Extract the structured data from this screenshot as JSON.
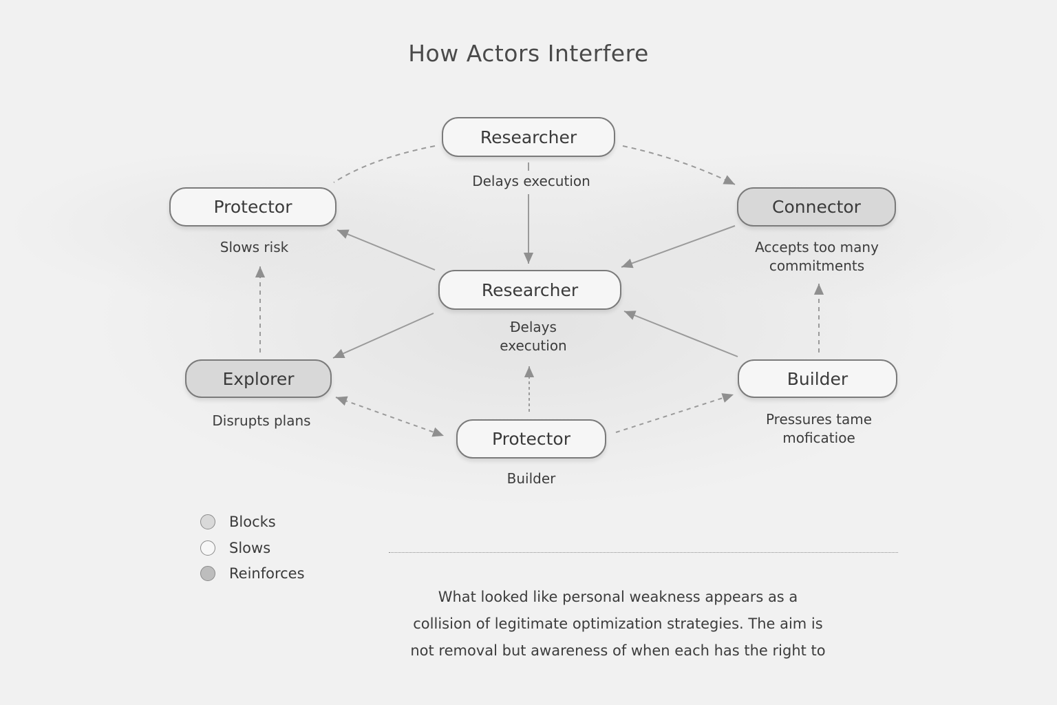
{
  "title": "How Actors Interfere",
  "nodes": {
    "researcher_top": {
      "label": "Researcher",
      "caption": "Delays execution"
    },
    "protector_left": {
      "label": "Protector",
      "caption": "Slows risk"
    },
    "connector": {
      "label": "Connector",
      "caption_lines": [
        "Accepts too many",
        "commitments"
      ]
    },
    "researcher_center": {
      "label": "Researcher",
      "caption_lines": [
        "Đelays",
        "execution"
      ]
    },
    "explorer": {
      "label": "Explorer",
      "caption": "Disrupts plans"
    },
    "builder": {
      "label": "Builder",
      "caption_lines": [
        "Pressures tame",
        "moficatioe"
      ]
    },
    "protector_bottom": {
      "label": "Protector",
      "caption": "Builder"
    }
  },
  "legend": [
    {
      "label": "Blocks",
      "color": "#d9d9d9"
    },
    {
      "label": "Slows",
      "color": "#f7f7f7"
    },
    {
      "label": "Reinforces",
      "color": "#bdbdbd"
    }
  ],
  "body_lines": [
    "What looked like personal weakness appears as a",
    "collision of legitimate optimization strategies. The aim is",
    "not removal but awareness of when each has the right to"
  ],
  "colors": {
    "line": "#8f8f8f",
    "dark_node": "#d8d8d8",
    "light_node": "#f6f6f6"
  }
}
